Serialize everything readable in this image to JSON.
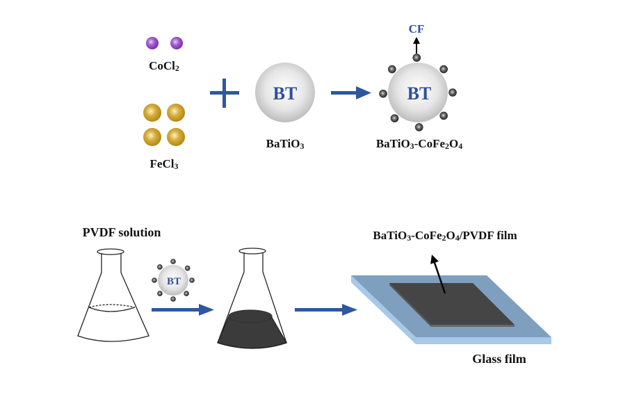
{
  "diagram": {
    "title": "Preparation of BaTiO3-CoFe2O4/PVDF film",
    "top_row": {
      "reagent_1": {
        "label": "CoCl",
        "subscript": "2",
        "color": "#8a3fbf",
        "particle_count": 2
      },
      "reagent_2": {
        "label": "FeCl",
        "subscript": "3",
        "color": "#c9a026",
        "particle_count": 4
      },
      "plus_sign": "+",
      "core_particle": {
        "inner_text": "BT",
        "label_parts": [
          "BaTiO",
          "3",
          ""
        ]
      },
      "product_particle": {
        "inner_text": "BT",
        "shell_label": "CF",
        "label_parts": [
          "BaTiO",
          "3",
          "-CoFe",
          "2",
          "O",
          "4"
        ],
        "satellite_count": 8
      }
    },
    "bottom_row": {
      "solution_label": "PVDF solution",
      "additive_particle_text": "BT",
      "film_label_parts": [
        "BaTiO",
        "3",
        "-CoFe",
        "2",
        "O",
        "4",
        "/PVDF film"
      ],
      "substrate_label": "Glass film"
    },
    "colors": {
      "arrow": "#2e57a0",
      "bt_text": "#2e4f9c",
      "glass_top": "#7f9fbf",
      "glass_edge": "#a7c8e8",
      "film": "#454545",
      "solution_dark": "#3b3b3b"
    }
  }
}
